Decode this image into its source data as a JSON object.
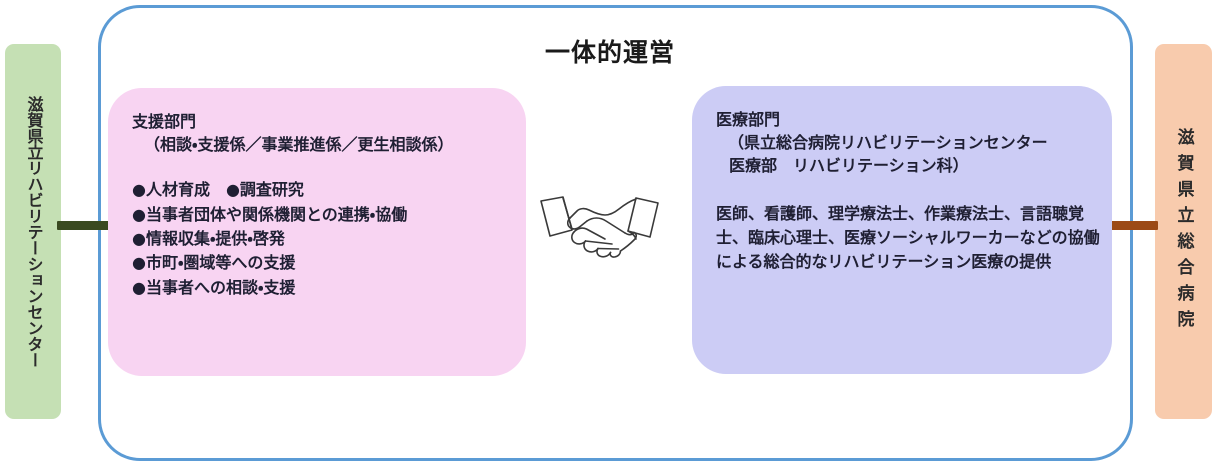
{
  "diagram": {
    "title": "一体的運営",
    "outer_frame_color": "#5b9bd5",
    "side_left": {
      "label": "滋賀県立リハビリテーションセンター",
      "color": "#c5e0b4",
      "connector_color": "#3a4a21"
    },
    "side_right": {
      "label": "滋賀県立総合病院",
      "color": "#f8cbad",
      "connector_color": "#9c4a16"
    },
    "center_icon": "handshake-icon",
    "panels": [
      {
        "id": "support",
        "color": "#f8d4f2",
        "heading": "支援部門",
        "subheading": "（相談・支援係／事業推進係／更生相談係）",
        "bullets": [
          "●人材育成　●調査研究",
          "●当事者団体や関係機関との連携・協働",
          "●情報収集・提供・啓発",
          "●市町・圏域等への支援",
          "●当事者への相談・支援"
        ]
      },
      {
        "id": "medical",
        "color": "#ccccf5",
        "heading": "医療部門",
        "subheading": "（県立総合病院リハビリテーションセンター\n医療部　リハビリテーション科）",
        "body": "医師、看護師、理学療法士、作業療法士、言語聴覚士、臨床心理士、医療ソーシャルワーカーなどの協働による総合的なリハビリテーション医療の提供"
      }
    ]
  }
}
